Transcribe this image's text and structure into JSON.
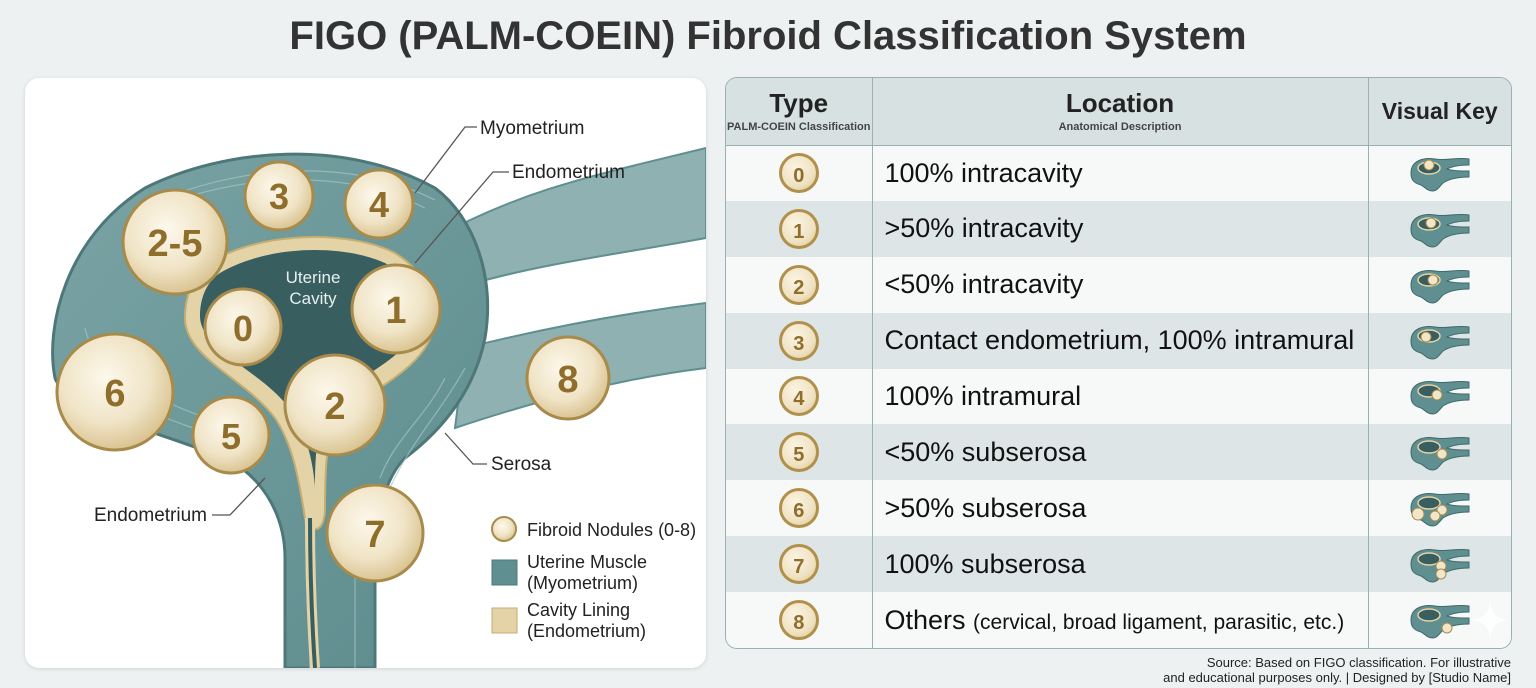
{
  "title": "FIGO (PALM-COEIN) Fibroid Classification System",
  "diagram": {
    "labels": {
      "myometrium": "Myometrium",
      "endometrium_top": "Endometrium",
      "uterine_cavity_line1": "Uterine",
      "uterine_cavity_line2": "Cavity",
      "serosa": "Serosa",
      "endometrium_bottom": "Endometrium"
    },
    "nodules": [
      "2-5",
      "3",
      "4",
      "0",
      "1",
      "6",
      "5",
      "2",
      "8",
      "7"
    ],
    "legend": [
      {
        "line1": "Fibroid Nodules (0-8)",
        "line2": ""
      },
      {
        "line1": "Uterine Muscle",
        "line2": "(Myometrium)"
      },
      {
        "line1": "Cavity Lining",
        "line2": "(Endometrium)"
      }
    ]
  },
  "table": {
    "headers": {
      "type": "Type",
      "type_sub": "PALM-COEIN Classification",
      "location": "Location",
      "location_sub": "Anatomical Description",
      "visual_key": "Visual Key"
    },
    "rows": [
      {
        "type": "0",
        "location": "100% intracavity",
        "note": ""
      },
      {
        "type": "1",
        "location": ">50% intracavity",
        "note": ""
      },
      {
        "type": "2",
        "location": "<50% intracavity",
        "note": ""
      },
      {
        "type": "3",
        "location": "Contact endometrium, 100% intramural",
        "note": ""
      },
      {
        "type": "4",
        "location": "100% intramural",
        "note": ""
      },
      {
        "type": "5",
        "location": "<50% subserosa",
        "note": ""
      },
      {
        "type": "6",
        "location": ">50% subserosa",
        "note": ""
      },
      {
        "type": "7",
        "location": "100% subserosa",
        "note": ""
      },
      {
        "type": "8",
        "location": "Others",
        "note": "(cervical, broad ligament, parasitic, etc.)"
      }
    ]
  },
  "source_line1": "Source: Based on FIGO classification. For illustrative",
  "source_line2": "and educational purposes only. | Designed by [Studio Name]",
  "colors": {
    "myometrium": "#5f8f90",
    "myometrium_light": "#8fb1b1",
    "endometrium": "#e4d3a6",
    "cavity": "#385e60",
    "nodule_fill": "#f1e6c9",
    "nodule_border": "#a88a4a",
    "nodule_text": "#8f6e2c"
  }
}
